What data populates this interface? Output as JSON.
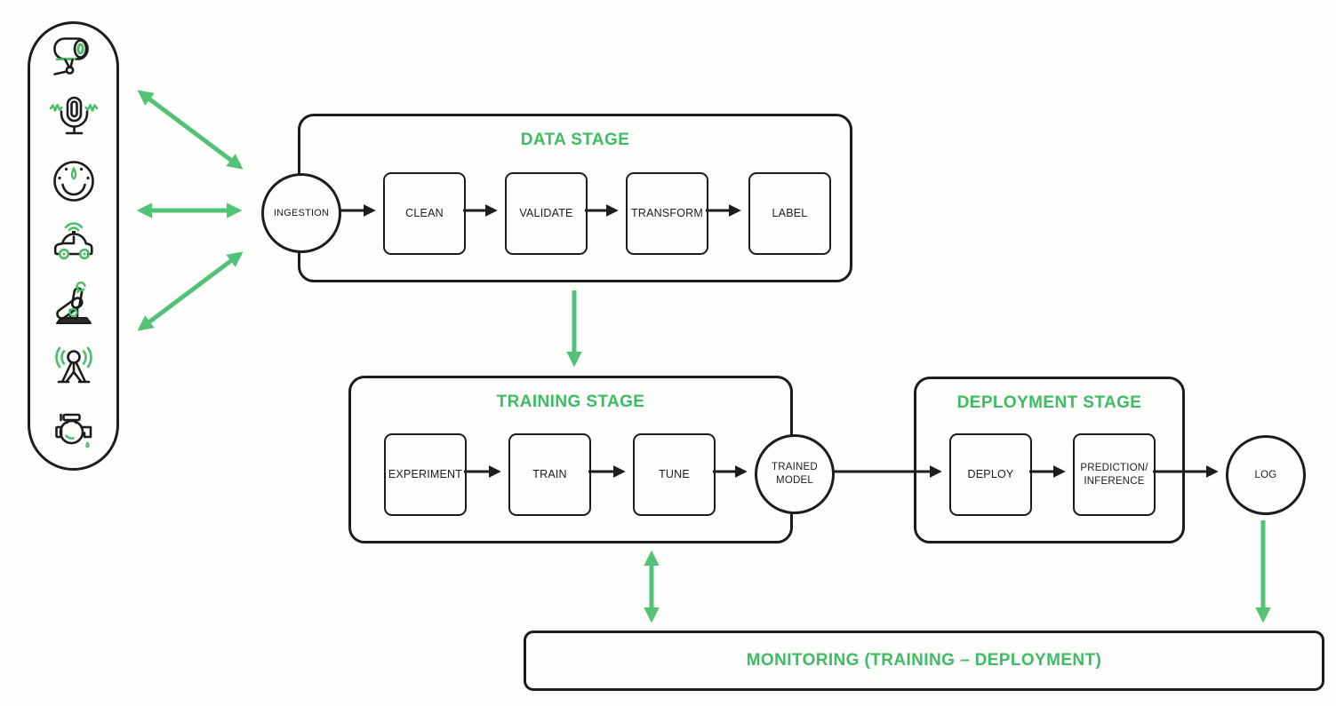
{
  "app": {
    "background": "#fdfdfc",
    "stroke_black": "#1c1c1c",
    "title_green": "#3dbc64",
    "arrow_green": "#52c376",
    "icon_accent_green": "#4abd68"
  },
  "data_sources": {
    "icons": [
      {
        "name": "security-camera-icon"
      },
      {
        "name": "microphone-icon"
      },
      {
        "name": "gauge-sensor-icon"
      },
      {
        "name": "autonomous-car-icon"
      },
      {
        "name": "robot-arm-icon"
      },
      {
        "name": "radio-tower-icon"
      },
      {
        "name": "pump-icon"
      }
    ]
  },
  "pipeline": {
    "data_stage": {
      "title": "DATA STAGE",
      "entry": "INGESTION",
      "steps": [
        "CLEAN",
        "VALIDATE",
        "TRANSFORM",
        "LABEL"
      ]
    },
    "training_stage": {
      "title": "TRAINING STAGE",
      "steps": [
        "EXPERIMENT",
        "TRAIN",
        "TUNE"
      ],
      "output": {
        "lines": [
          "TRAINED",
          "MODEL"
        ]
      }
    },
    "deployment_stage": {
      "title": "DEPLOYMENT STAGE",
      "steps": [
        "DEPLOY"
      ],
      "split_step": {
        "lines": [
          "PREDICTION/",
          "INFERENCE"
        ]
      },
      "output": "LOG"
    },
    "monitoring": {
      "title": "MONITORING (TRAINING – DEPLOYMENT)"
    }
  }
}
